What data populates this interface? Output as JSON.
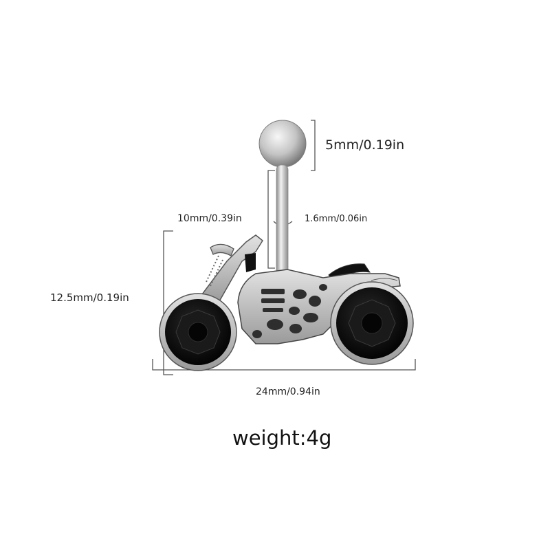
{
  "dimensions": {
    "ball_diameter": "5mm/0.19in",
    "bar_gauge": "1.6mm/0.06in",
    "charm_width": "10mm/0.39in",
    "charm_height": "12.5mm/0.19in",
    "charm_length": "24mm/0.94in"
  },
  "weight": "weight:4g",
  "colors": {
    "background": "#ffffff",
    "metal": "#b8b8b8",
    "gem": "#0a0a0a",
    "dimension_line": "#555555"
  }
}
